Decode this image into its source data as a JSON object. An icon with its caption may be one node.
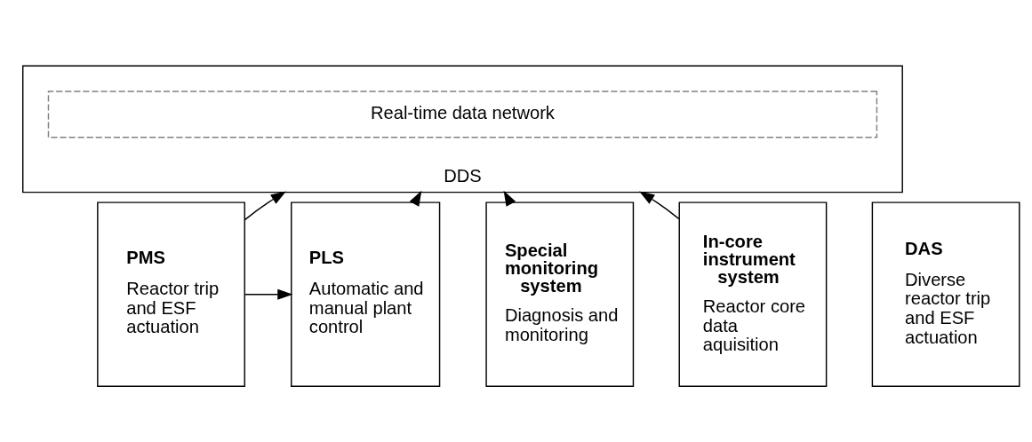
{
  "diagram": {
    "nodes": [
      {
        "text": [
          "DDS"
        ]
      },
      {
        "text": [
          "Real-time data network"
        ],
        "in": 0
      },
      {
        "text": [
          "PMS",
          "Reactor trip and ESF actuation"
        ]
      },
      {
        "text": [
          "PLS",
          "Automatic and manual plant control"
        ]
      },
      {
        "text": [
          "DAS",
          "Diverse reactor trip and ESF actuation"
        ]
      },
      {
        "text": [
          "Special monitoring system",
          "Diagnosis and monitoring"
        ]
      },
      {
        "text": [
          "In-core instrument system",
          "Reactor core data aquisition"
        ]
      }
    ],
    "edges": [
      {
        "from": 2,
        "to": 0,
        "arrow": "to"
      },
      {
        "from": 3,
        "to": 0,
        "arrow": "to"
      },
      {
        "from": 5,
        "to": 0,
        "arrow": "to"
      },
      {
        "from": 6,
        "to": 0,
        "arrow": "to"
      },
      {
        "from": 2,
        "to": 3,
        "arrow": "to"
      }
    ]
  }
}
